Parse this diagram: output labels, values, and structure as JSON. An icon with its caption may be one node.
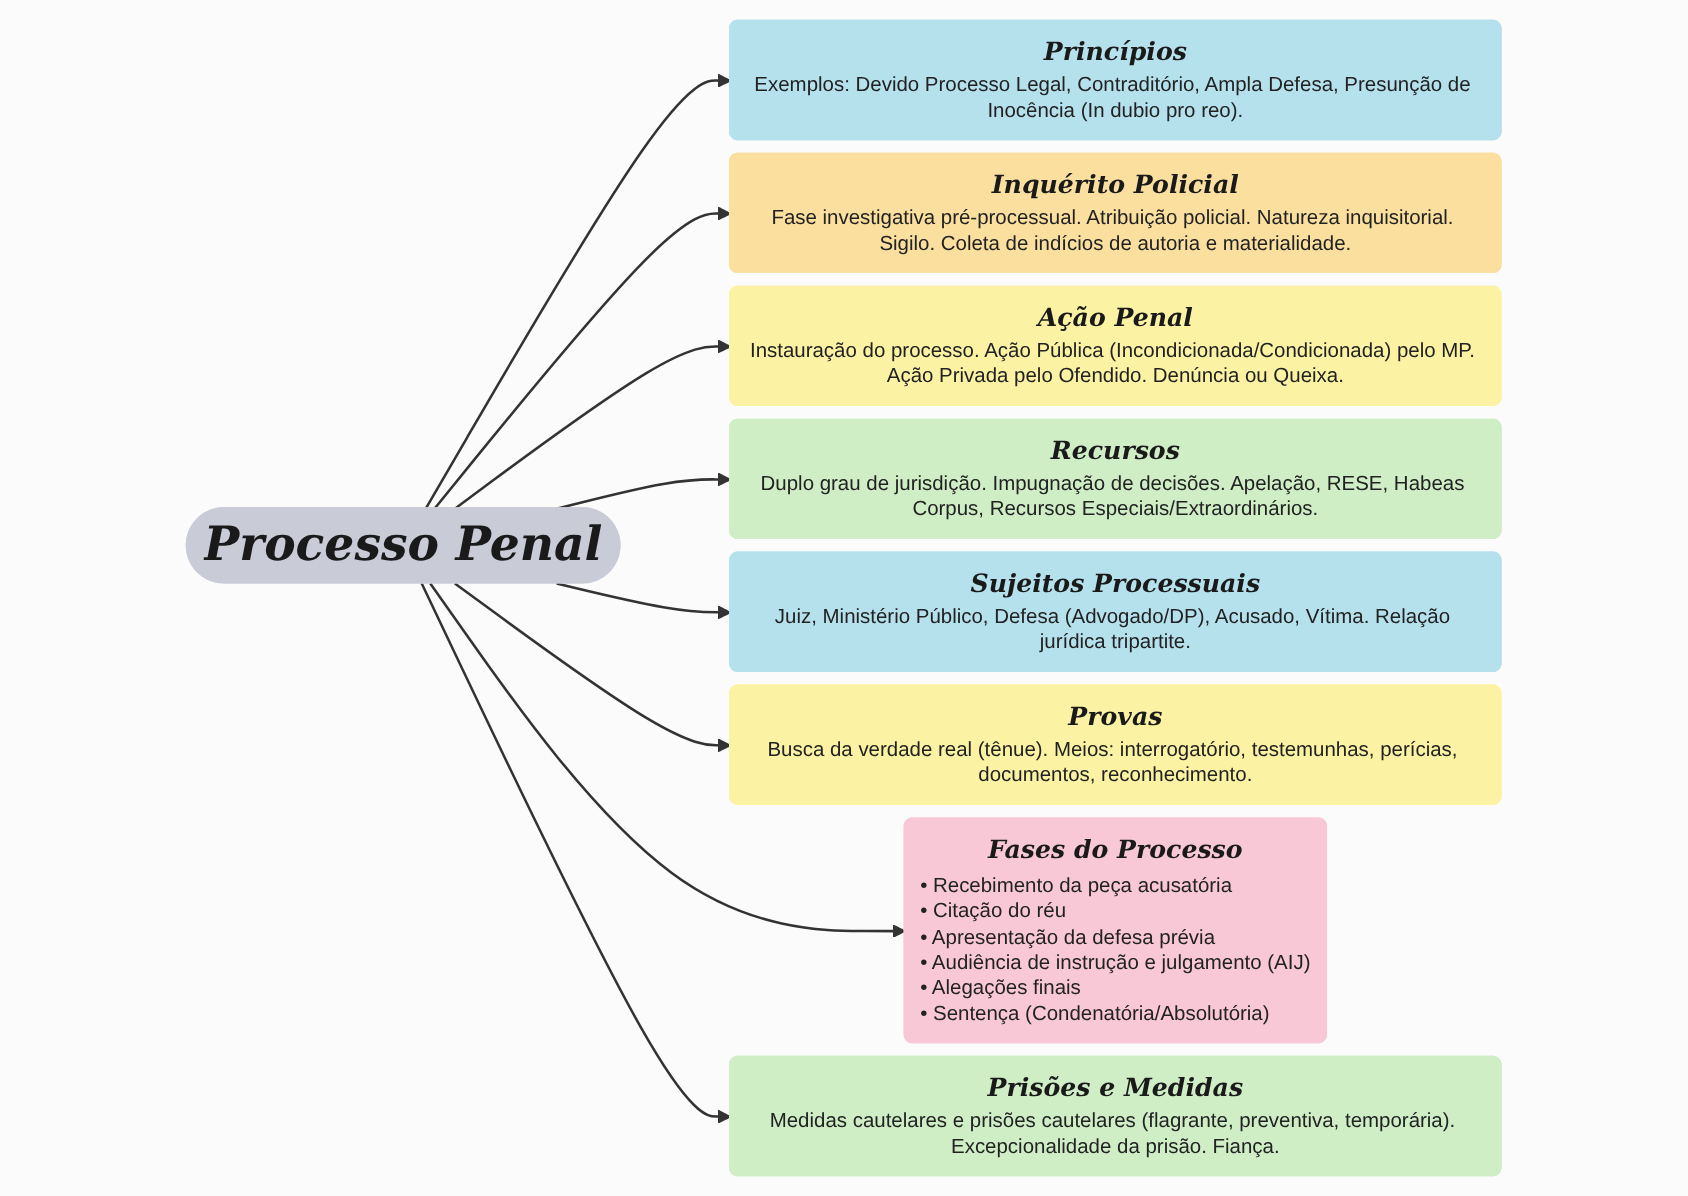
{
  "diagram": {
    "nodes": [
      {
        "text": [
          "Processo Penal"
        ]
      },
      {
        "text": [
          "Princípios",
          "Exemplos: Devido Processo Legal, Contraditório, Ampla Defesa, Presunção de Inocência (In dubio pro reo)."
        ]
      },
      {
        "text": [
          "Inquérito Policial",
          "Fase investigativa pré-processual. Atribuição policial. Natureza inquisitorial. Sigilo. Coleta de indícios de autoria e materialidade."
        ]
      },
      {
        "text": [
          "Ação Penal",
          "Instauração do processo. Ação Pública (Incondicionada/Condicionada) pelo MP. Ação Privada pelo Ofendido. Denúncia ou Queixa."
        ]
      },
      {
        "text": [
          "Recursos",
          "Duplo grau de jurisdição. Impugnação de decisões. Apelação, RESE, Habeas Corpus, Recursos Especiais/Extraordinários."
        ]
      },
      {
        "text": [
          "Sujeitos Processuais",
          "Juiz, Ministério Público, Defesa (Advogado/DP), Acusado, Vítima. Relação jurídica tripartite."
        ]
      },
      {
        "text": [
          "Provas",
          "Busca da verdade real (tênue). Meios: interrogatório, testemunhas, perícias, documentos, reconhecimento."
        ]
      },
      {
        "text": [
          "Fases do Processo",
          "• Recebimento da peça acusatória",
          "• Citação do réu",
          "• Apresentação da defesa prévia",
          "• Audiência de instrução e julgamento (AIJ)",
          "• Alegações finais",
          "• Sentença (Condenatória/Absolutória)"
        ]
      },
      {
        "text": [
          "Prisões e Medidas",
          "Medidas cautelares e prisões cautelares (flagrante, preventiva, temporária). Excepcionalidade da prisão. Fiança."
        ]
      }
    ],
    "edges": [
      {
        "from": 0,
        "to": 1,
        "arrow": "to"
      },
      {
        "from": 0,
        "to": 2,
        "arrow": "to"
      },
      {
        "from": 0,
        "to": 3,
        "arrow": "to"
      },
      {
        "from": 0,
        "to": 4,
        "arrow": "to"
      },
      {
        "from": 0,
        "to": 5,
        "arrow": "to"
      },
      {
        "from": 0,
        "to": 6,
        "arrow": "to"
      },
      {
        "from": 0,
        "to": 7,
        "arrow": "to"
      },
      {
        "from": 0,
        "to": 8,
        "arrow": "to"
      }
    ]
  }
}
